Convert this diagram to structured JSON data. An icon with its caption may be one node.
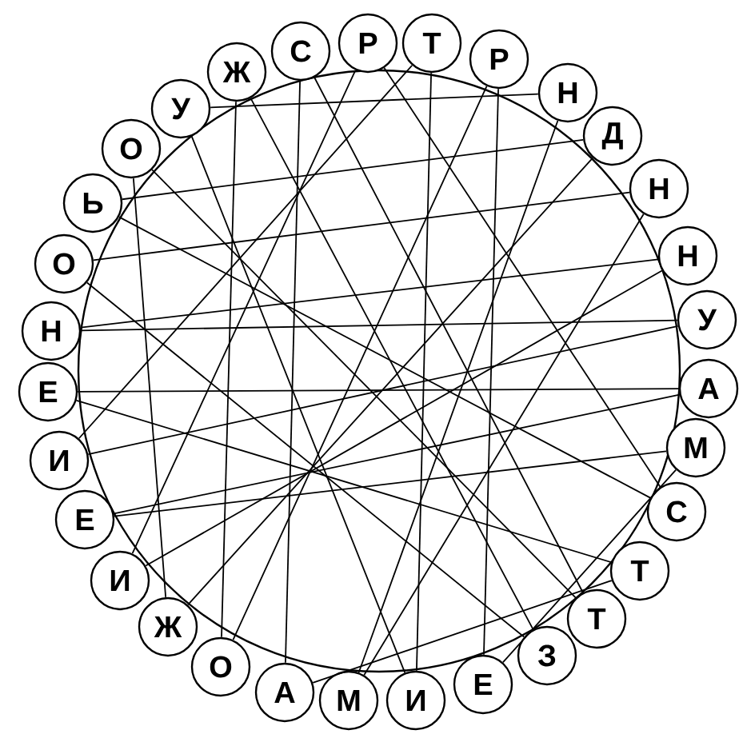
{
  "diagram": {
    "nodes": [
      {
        "text": [
          "С"
        ]
      },
      {
        "text": [
          "Р"
        ]
      },
      {
        "text": [
          "Т"
        ]
      },
      {
        "text": [
          "Р"
        ]
      },
      {
        "text": [
          "Н"
        ]
      },
      {
        "text": [
          "Д"
        ]
      },
      {
        "text": [
          "Н"
        ]
      },
      {
        "text": [
          "Н"
        ]
      },
      {
        "text": [
          "У"
        ]
      },
      {
        "text": [
          "А"
        ]
      },
      {
        "text": [
          "М"
        ]
      },
      {
        "text": [
          "С"
        ]
      },
      {
        "text": [
          "Т"
        ]
      },
      {
        "text": [
          "Т"
        ]
      },
      {
        "text": [
          "З"
        ]
      },
      {
        "text": [
          "Е"
        ]
      },
      {
        "text": [
          "И"
        ]
      },
      {
        "text": [
          "М"
        ]
      },
      {
        "text": [
          "А"
        ]
      },
      {
        "text": [
          "О"
        ]
      },
      {
        "text": [
          "Ж"
        ]
      },
      {
        "text": [
          "И"
        ]
      },
      {
        "text": [
          "Е"
        ]
      },
      {
        "text": [
          "И"
        ]
      },
      {
        "text": [
          "Е"
        ]
      },
      {
        "text": [
          "Н"
        ]
      },
      {
        "text": [
          "О"
        ]
      },
      {
        "text": [
          "Ь"
        ]
      },
      {
        "text": [
          "О"
        ]
      },
      {
        "text": [
          "У"
        ]
      },
      {
        "text": [
          "Ж"
        ]
      }
    ],
    "edges": [
      {
        "from": 24,
        "to": 9,
        "arrow": "none"
      },
      {
        "from": 2,
        "to": 16,
        "arrow": "none"
      },
      {
        "from": 3,
        "to": 15,
        "arrow": "none"
      },
      {
        "from": 28,
        "to": 20,
        "arrow": "none"
      },
      {
        "from": 0,
        "to": 18,
        "arrow": "none"
      },
      {
        "from": 27,
        "to": 5,
        "arrow": "none"
      },
      {
        "from": 26,
        "to": 6,
        "arrow": "none"
      },
      {
        "from": 25,
        "to": 7,
        "arrow": "none"
      },
      {
        "from": 29,
        "to": 4,
        "arrow": "none"
      },
      {
        "from": 10,
        "to": 22,
        "arrow": "none"
      },
      {
        "from": 24,
        "to": 12,
        "arrow": "none"
      },
      {
        "from": 1,
        "to": 11,
        "arrow": "none"
      },
      {
        "from": 30,
        "to": 19,
        "arrow": "none"
      },
      {
        "from": 30,
        "to": 14,
        "arrow": "none"
      },
      {
        "from": 0,
        "to": 13,
        "arrow": "none"
      },
      {
        "from": 1,
        "to": 21,
        "arrow": "none"
      },
      {
        "from": 2,
        "to": 23,
        "arrow": "none"
      },
      {
        "from": 3,
        "to": 19,
        "arrow": "none"
      },
      {
        "from": 4,
        "to": 17,
        "arrow": "none"
      },
      {
        "from": 5,
        "to": 20,
        "arrow": "none"
      },
      {
        "from": 6,
        "to": 17,
        "arrow": "none"
      },
      {
        "from": 7,
        "to": 21,
        "arrow": "none"
      },
      {
        "from": 8,
        "to": 23,
        "arrow": "none"
      },
      {
        "from": 8,
        "to": 25,
        "arrow": "none"
      },
      {
        "from": 11,
        "to": 27,
        "arrow": "none"
      },
      {
        "from": 13,
        "to": 28,
        "arrow": "none"
      },
      {
        "from": 14,
        "to": 26,
        "arrow": "none"
      },
      {
        "from": 16,
        "to": 29,
        "arrow": "none"
      },
      {
        "from": 9,
        "to": 22,
        "arrow": "none"
      },
      {
        "from": 10,
        "to": 15,
        "arrow": "none"
      },
      {
        "from": 12,
        "to": 18,
        "arrow": "none"
      }
    ]
  }
}
